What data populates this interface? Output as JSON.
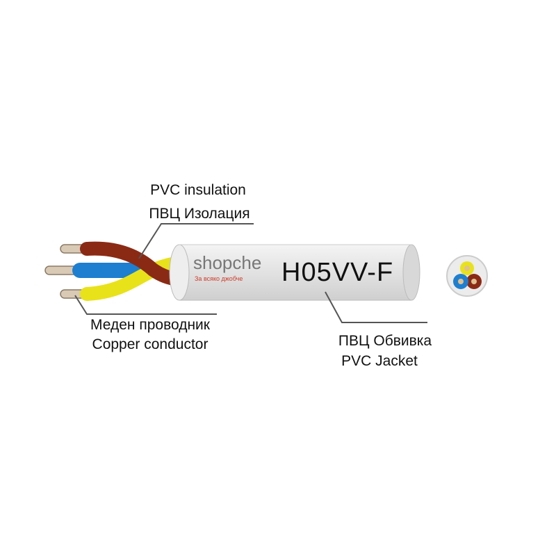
{
  "labels": {
    "insulation_en": "PVC insulation",
    "insulation_bg": "ПВЦ Изолация",
    "conductor_bg": "Меден проводник",
    "conductor_en": "Copper conductor",
    "jacket_bg": "ПВЦ Обвивка",
    "jacket_en": "PVC Jacket"
  },
  "cable_marking": "H05VV-F",
  "watermark": {
    "brand": "shopche",
    "tagline": "За всяко джобче"
  },
  "colors": {
    "brown": "#8b2a14",
    "blue": "#1e7fd0",
    "yellow": "#e8e21a",
    "jacket": "#e6e6e6",
    "copper": "#c9b7a0"
  }
}
